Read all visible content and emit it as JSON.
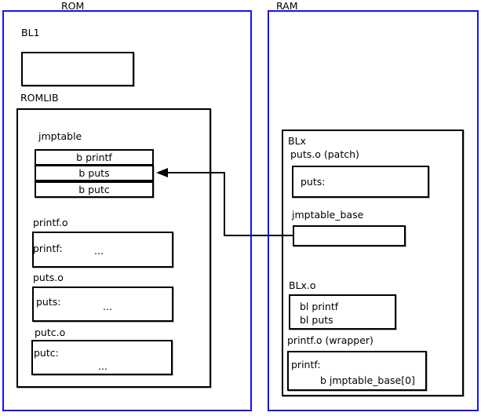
{
  "diagram": {
    "title_rom": "ROM",
    "title_ram": "RAM",
    "accent_color": "#1414ee",
    "line_color": "#000000"
  },
  "rom": {
    "label": "ROM",
    "bl1": {
      "label": "BL1",
      "body": ""
    },
    "romlib": {
      "label": "ROMLIB",
      "jmptable": {
        "label": "jmptable",
        "entries": [
          "b printf",
          "b puts",
          "b putc"
        ]
      },
      "sections": [
        {
          "label": "printf.o",
          "symbol": "printf:",
          "ellipsis": "..."
        },
        {
          "label": "puts.o",
          "symbol": "puts:",
          "ellipsis": "..."
        },
        {
          "label": "putc.o",
          "symbol": "putc:",
          "ellipsis": "..."
        }
      ]
    }
  },
  "ram": {
    "label": "RAM",
    "blx": {
      "label": "BLx",
      "patch": {
        "label": "puts.o (patch)",
        "symbol": "puts:"
      },
      "jmptable_base": {
        "label": "jmptable_base",
        "body": ""
      },
      "blx_o": {
        "label": "BLx.o",
        "line1": "bl printf",
        "line2": "bl puts"
      },
      "wrapper": {
        "label": "printf.o (wrapper)",
        "symbol": "printf:",
        "instruction": "b jmptable_base[0]"
      }
    }
  },
  "arrow": {
    "name": "jmptable-base-to-jmptable-puts",
    "from": "jmptable_base",
    "to": "b puts"
  }
}
